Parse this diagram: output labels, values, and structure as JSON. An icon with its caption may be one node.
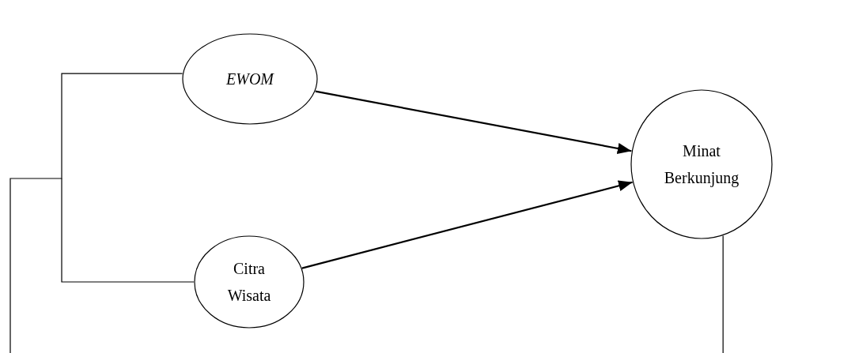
{
  "diagram": {
    "nodes": [
      {
        "text": [
          "EWOM"
        ]
      },
      {
        "text": [
          "Citra Wisata"
        ]
      },
      {
        "text": [
          "Minat Berkunjung"
        ]
      }
    ],
    "edges": [
      {
        "from": 0,
        "to": 2,
        "arrow": "to"
      },
      {
        "from": 1,
        "to": 2,
        "arrow": "to"
      },
      {
        "from": 0,
        "to": null,
        "arrow": "none"
      },
      {
        "from": 1,
        "to": null,
        "arrow": "none"
      },
      {
        "from": 2,
        "to": null,
        "arrow": "none"
      }
    ]
  }
}
